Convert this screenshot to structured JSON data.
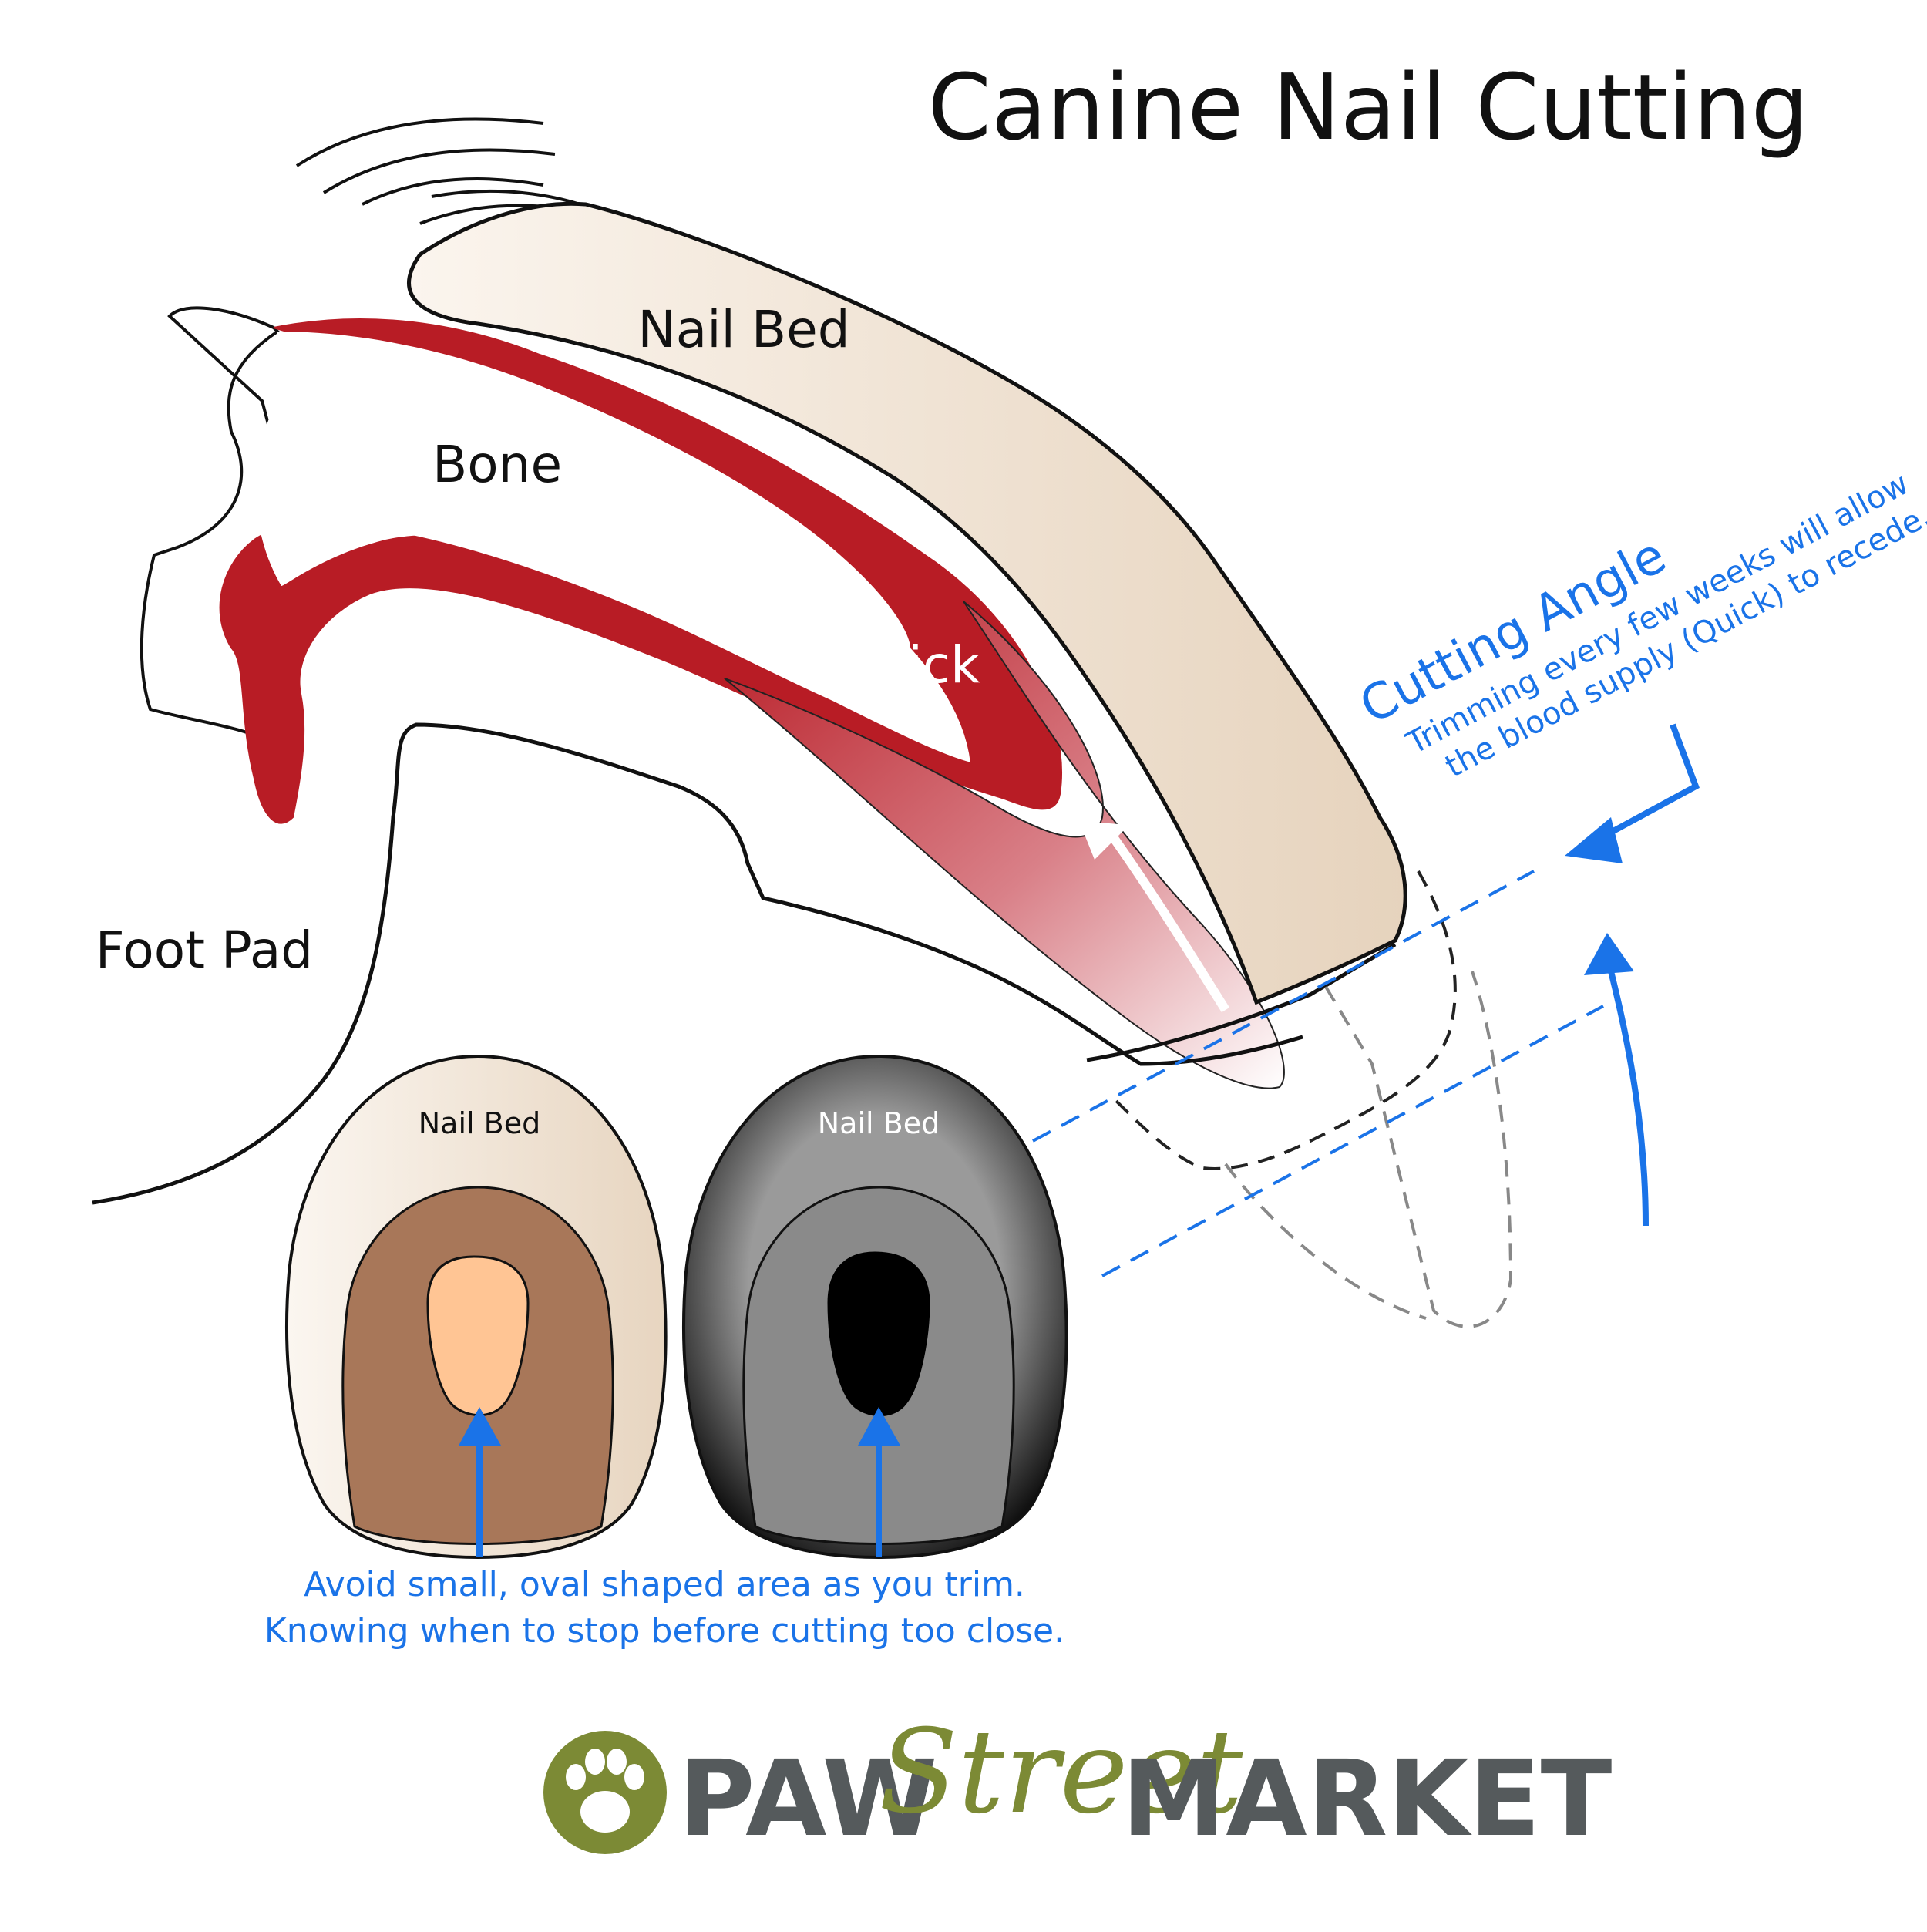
{
  "title": "Canine Nail Cutting",
  "labels": {
    "nail_bed": "Nail Bed",
    "bone": "Bone",
    "quick": "Quick",
    "foot_pad": "Foot Pad"
  },
  "cutting": {
    "heading": "Cutting Angle",
    "line1": "Trimming every few weeks will allow",
    "line2": "the blood supply (Quick) to recede."
  },
  "cross_sections": {
    "light_label": "Nail Bed",
    "dark_label": "Nail Bed"
  },
  "advice": {
    "line1": "Avoid small, oval shaped area as you trim.",
    "line2": "Knowing when to stop before cutting too close."
  },
  "logo": {
    "word1": "PAW",
    "word2": "Street",
    "word3": "MARKET"
  },
  "colors": {
    "quick_red": "#b81c25",
    "nail_tan": "#ecdcc9",
    "accent_blue": "#1a73e8",
    "logo_green": "#7c8a35",
    "logo_gray": "#555a5c"
  }
}
